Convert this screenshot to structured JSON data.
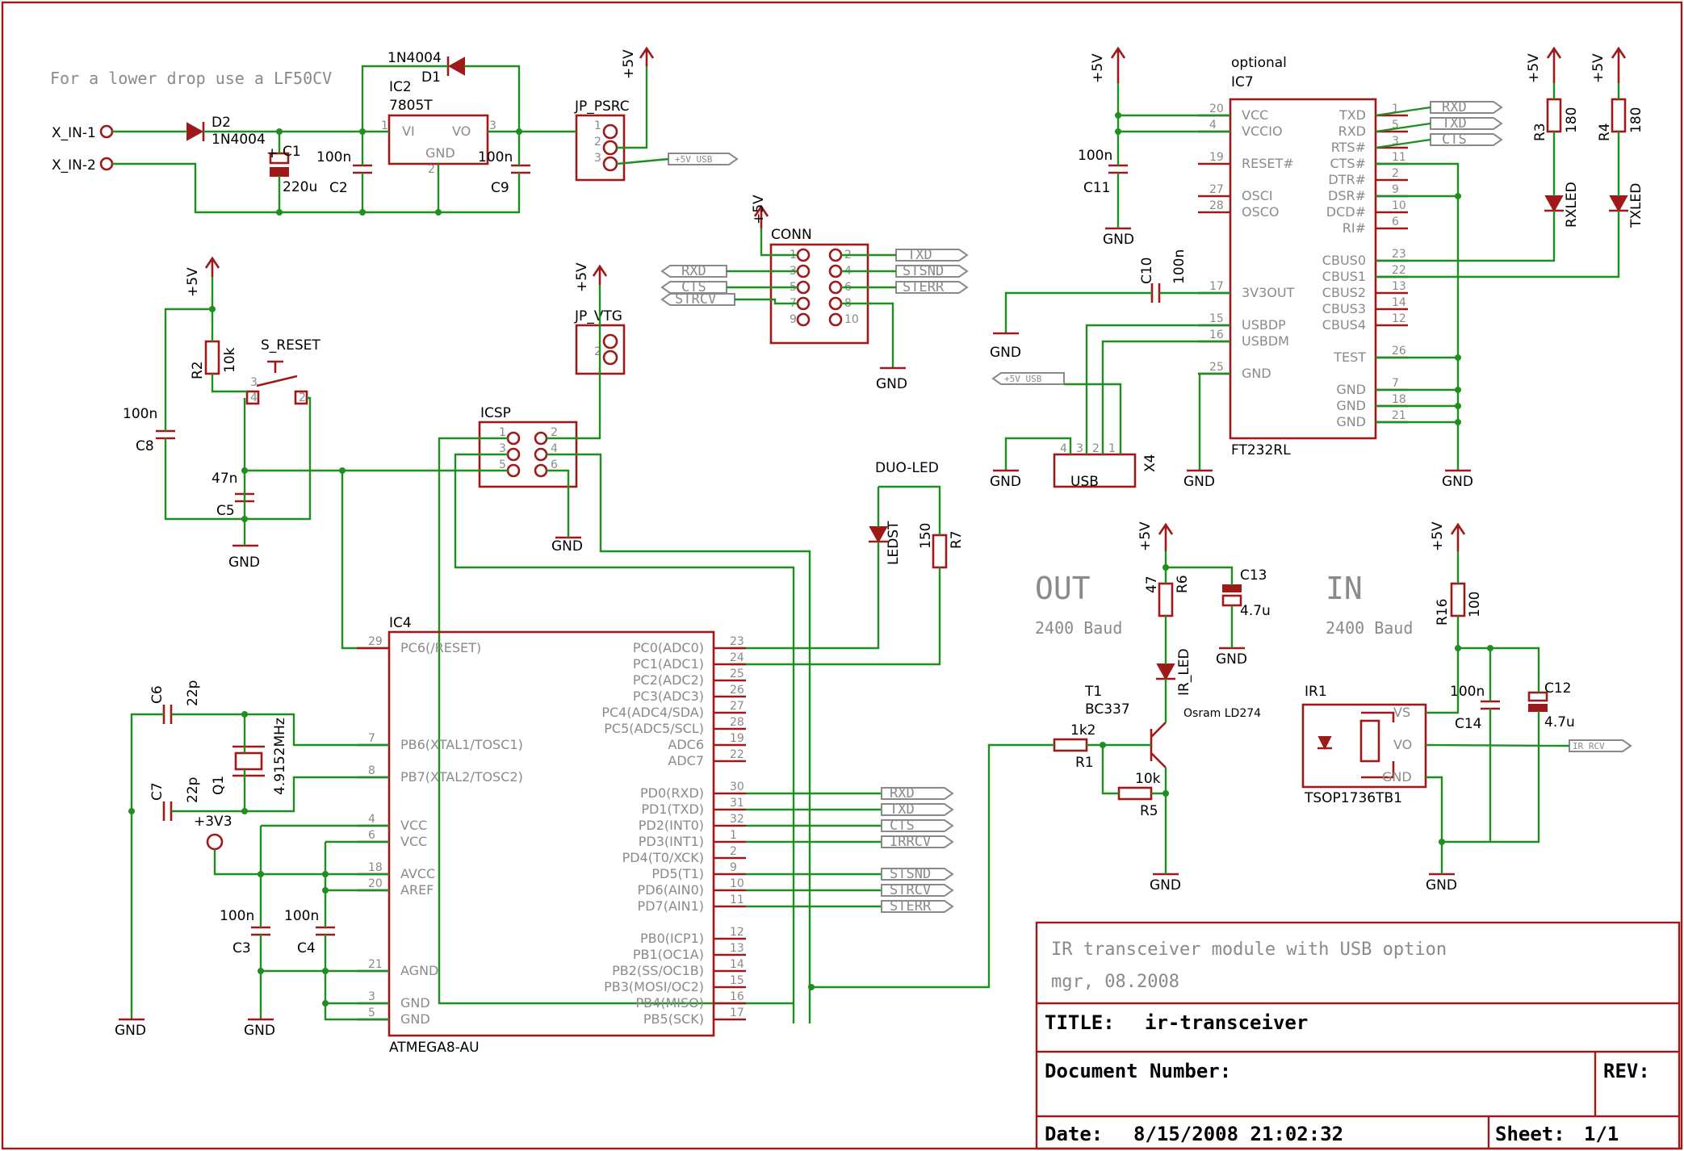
{
  "labels": {
    "drop_note": "For a lower drop use a LF50CV",
    "x_in_1": "X_IN-1",
    "x_in_2": "X_IN-2",
    "d2": "D2",
    "d2_val": "1N4004",
    "d1": "D1",
    "d1_val": "1N4004",
    "c1": "C1",
    "c1_val": "220u",
    "ic2": "IC2",
    "ic2_val": "7805T",
    "ic2_vi": "VI",
    "ic2_vo": "VO",
    "ic2_gnd": "GND",
    "c2": "C2",
    "c2_val": "100n",
    "c9": "C9",
    "c9_val": "100n",
    "jp_psrc": "JP_PSRC",
    "plus5v": "+5V",
    "gnd": "GND",
    "plus5v_usb": "+5V_USB",
    "conn": "CONN",
    "r2": "R2",
    "r2_val": "10k",
    "s_reset": "S_RESET",
    "c8": "C8",
    "c8_val": "100n",
    "c5": "C5",
    "c5_val": "47n",
    "jp_vtg": "JP_VTG",
    "icsp": "ICSP",
    "duo_led": "DUO-LED",
    "ledst": "LEDST",
    "r7": "R7",
    "r7_val": "150",
    "ic4": "IC4",
    "ic4_val": "ATMEGA8-AU",
    "c6": "C6",
    "c6_val": "22p",
    "c7": "C7",
    "c7_val": "22p",
    "q1": "Q1",
    "q1_val": "4.9152MHz",
    "plus3v3": "+3V3",
    "c3": "C3",
    "c3_val": "100n",
    "c4": "C4",
    "c4_val": "100n",
    "optional": "optional",
    "ic7": "IC7",
    "ic7_val": "FT232RL",
    "c11": "C11",
    "c11_val": "100n",
    "c10": "C10",
    "c10_val": "100n",
    "usb": "USB",
    "x4": "X4",
    "r3": "R3",
    "r3_val": "180",
    "r4": "R4",
    "r4_val": "180",
    "rxled": "RXLED",
    "txled": "TXLED",
    "out": "OUT",
    "in": "IN",
    "baud": "2400 Baud",
    "r6": "R6",
    "r6_val": "47",
    "c13": "C13",
    "c13_val": "4.7u",
    "ir_led": "IR_LED",
    "osram": "Osram LD274",
    "t1": "T1",
    "t1_val": "BC337",
    "r1": "R1",
    "r1_val": "1k2",
    "r5": "R5",
    "r5_val": "10k",
    "r16": "R16",
    "r16_val": "100",
    "c14": "C14",
    "c14_val": "100n",
    "c12": "C12",
    "c12_val": "4.7u",
    "ir1": "IR1",
    "ir1_val": "TSOP1736TB1",
    "ir_vs": "VS",
    "ir_vo": "VO",
    "ir_gnd": "GND",
    "ir_rcv": "IR_RCV"
  },
  "signals": {
    "rxd": "RXD",
    "txd": "TXD",
    "cts": "CTS",
    "strcv": "STRCV",
    "stsnd": "STSND",
    "sterr": "STERR",
    "irrcv": "IRRCV"
  },
  "ic4_left_pins": [
    {
      "name": "PC6(/RESET)",
      "num": "29"
    },
    {
      "name": "PB6(XTAL1/TOSC1)",
      "num": "7"
    },
    {
      "name": "PB7(XTAL2/TOSC2)",
      "num": "8"
    },
    {
      "name": "VCC",
      "num": "4"
    },
    {
      "name": "VCC",
      "num": "6"
    },
    {
      "name": "AVCC",
      "num": "18"
    },
    {
      "name": "AREF",
      "num": "20"
    },
    {
      "name": "AGND",
      "num": "21"
    },
    {
      "name": "GND",
      "num": "3"
    },
    {
      "name": "GND",
      "num": "5"
    }
  ],
  "ic4_right_pins": [
    {
      "name": "PC0(ADC0)",
      "num": "23"
    },
    {
      "name": "PC1(ADC1)",
      "num": "24"
    },
    {
      "name": "PC2(ADC2)",
      "num": "25"
    },
    {
      "name": "PC3(ADC3)",
      "num": "26"
    },
    {
      "name": "PC4(ADC4/SDA)",
      "num": "27"
    },
    {
      "name": "PC5(ADC5/SCL)",
      "num": "28"
    },
    {
      "name": "ADC6",
      "num": "19"
    },
    {
      "name": "ADC7",
      "num": "22"
    },
    {
      "name": "PD0(RXD)",
      "num": "30"
    },
    {
      "name": "PD1(TXD)",
      "num": "31"
    },
    {
      "name": "PD2(INT0)",
      "num": "32"
    },
    {
      "name": "PD3(INT1)",
      "num": "1"
    },
    {
      "name": "PD4(T0/XCK)",
      "num": "2"
    },
    {
      "name": "PD5(T1)",
      "num": "9"
    },
    {
      "name": "PD6(AIN0)",
      "num": "10"
    },
    {
      "name": "PD7(AIN1)",
      "num": "11"
    },
    {
      "name": "PB0(ICP1)",
      "num": "12"
    },
    {
      "name": "PB1(OC1A)",
      "num": "13"
    },
    {
      "name": "PB2(SS/OC1B)",
      "num": "14"
    },
    {
      "name": "PB3(MOSI/OC2)",
      "num": "15"
    },
    {
      "name": "PB4(MISO)",
      "num": "16"
    },
    {
      "name": "PB5(SCK)",
      "num": "17"
    }
  ],
  "ic7_left_pins": [
    {
      "name": "VCC",
      "num": "20"
    },
    {
      "name": "VCCIO",
      "num": "4"
    },
    {
      "name": "RESET#",
      "num": "19"
    },
    {
      "name": "OSCI",
      "num": "27"
    },
    {
      "name": "OSCO",
      "num": "28"
    },
    {
      "name": "3V3OUT",
      "num": "17"
    },
    {
      "name": "USBDP",
      "num": "15"
    },
    {
      "name": "USBDM",
      "num": "16"
    },
    {
      "name": "GND",
      "num": "25"
    }
  ],
  "ic7_right_pins": [
    {
      "name": "TXD",
      "num": "1"
    },
    {
      "name": "RXD",
      "num": "5"
    },
    {
      "name": "RTS#",
      "num": "3"
    },
    {
      "name": "CTS#",
      "num": "11"
    },
    {
      "name": "DTR#",
      "num": "2"
    },
    {
      "name": "DSR#",
      "num": "9"
    },
    {
      "name": "DCD#",
      "num": "10"
    },
    {
      "name": "RI#",
      "num": "6"
    },
    {
      "name": "CBUS0",
      "num": "23"
    },
    {
      "name": "CBUS1",
      "num": "22"
    },
    {
      "name": "CBUS2",
      "num": "13"
    },
    {
      "name": "CBUS3",
      "num": "14"
    },
    {
      "name": "CBUS4",
      "num": "12"
    },
    {
      "name": "TEST",
      "num": "26"
    },
    {
      "name": "GND",
      "num": "7"
    },
    {
      "name": "GND",
      "num": "18"
    },
    {
      "name": "GND",
      "num": "21"
    }
  ],
  "title_block": {
    "description": "IR transceiver module with USB option",
    "author_date": "mgr, 08.2008",
    "title_label": "TITLE:",
    "title_value": "ir-transceiver",
    "doc_number_label": "Document Number:",
    "rev_label": "REV:",
    "date_label": "Date:",
    "date_value": "8/15/2008 21:02:32",
    "sheet_label": "Sheet:",
    "sheet_value": "1/1"
  }
}
